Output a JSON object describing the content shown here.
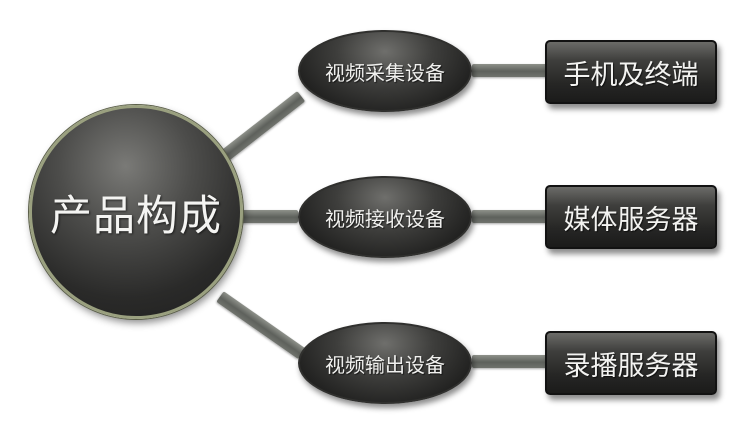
{
  "diagram": {
    "hub": {
      "label": "产品构成"
    },
    "branches": [
      {
        "device": "视频采集设备",
        "target": "手机及终端"
      },
      {
        "device": "视频接收设备",
        "target": "媒体服务器"
      },
      {
        "device": "视频输出设备",
        "target": "录播服务器"
      }
    ]
  }
}
